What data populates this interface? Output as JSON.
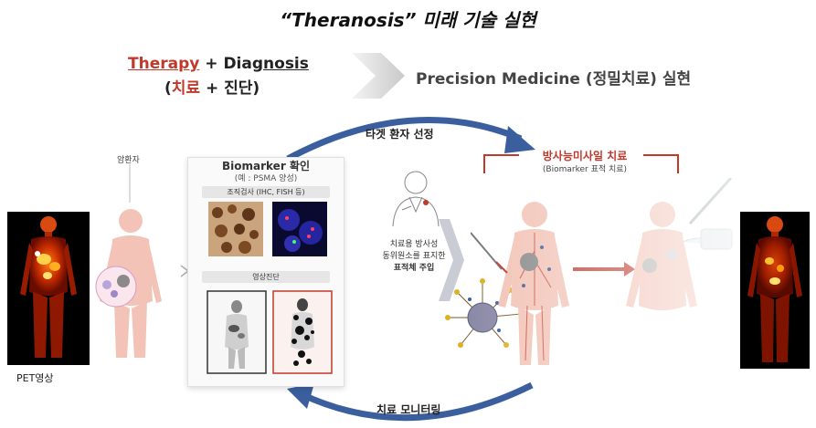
{
  "title": "“Theranosis” 미래 기술 실현",
  "formula": {
    "therapy": "Therapy",
    "plus": "+",
    "diagnosis_prefix": "Diag",
    "diagnosis_suffix": "nosis",
    "kor_open": "(",
    "kor_therapy": "치료",
    "kor_plus": "+",
    "kor_diagnosis": "진단)"
  },
  "precision": "Precision Medicine (정밀치료) 실현",
  "patient_label": "암환자",
  "pet_label": "PET영상",
  "biomarker": {
    "title": "Biomarker 확인",
    "subtitle": "(예 : PSMA 양성)",
    "tag_tissue": "조직검사 (IHC, FISH 등)",
    "tag_imaging": "영상진단"
  },
  "target_selection": "타겟 환자 선정",
  "injection": {
    "line1": "치료용 방사성",
    "line2": "동위원소를 표지한",
    "line3": "표적체 주입"
  },
  "radioligand": {
    "title": "방사능미사일 치료",
    "subtitle": "(Biomarker 표적 치료)"
  },
  "monitoring": "치료 모니터링",
  "colors": {
    "accent_red": "#c0392b",
    "arrow_blue": "#3b5f9e",
    "body_pink": "#f2c3b6"
  }
}
